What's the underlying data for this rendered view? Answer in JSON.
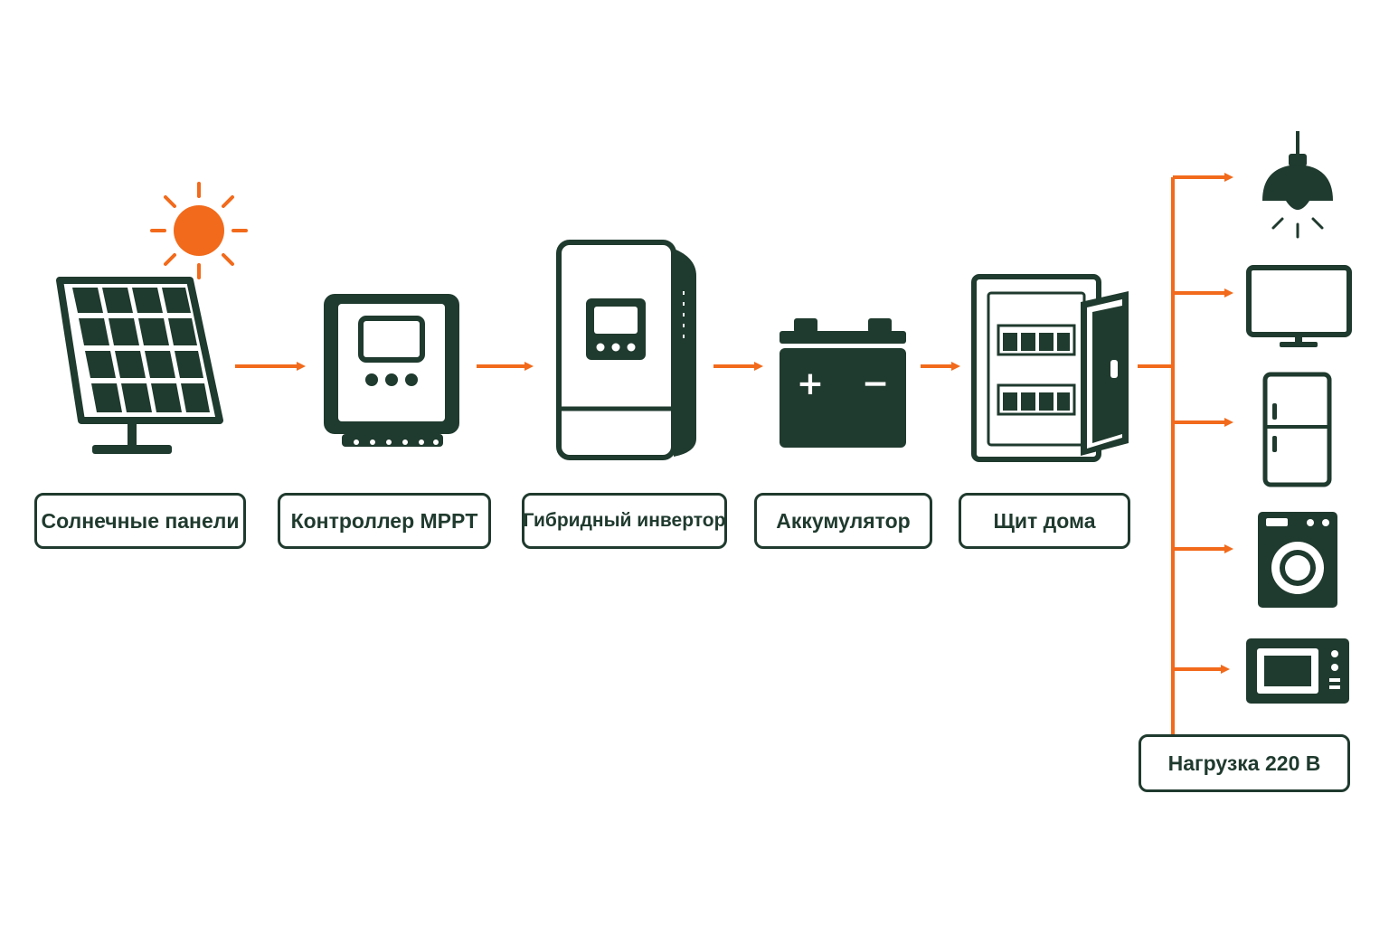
{
  "colors": {
    "primary": "#1f3a2e",
    "accent": "#f26a1b",
    "background": "#ffffff"
  },
  "components": [
    {
      "id": "solar",
      "label": "Солнечные панели",
      "icon": "solar-panel-icon"
    },
    {
      "id": "controller",
      "label": "Контроллер MPPT",
      "icon": "mppt-controller-icon"
    },
    {
      "id": "inverter",
      "label": "Гибридный инвертор",
      "icon": "hybrid-inverter-icon"
    },
    {
      "id": "battery",
      "label": "Аккумулятор",
      "icon": "battery-icon"
    },
    {
      "id": "panel",
      "label": "Щит дома",
      "icon": "distribution-board-icon"
    }
  ],
  "load": {
    "label": "Нагрузка 220 В",
    "devices": [
      "lamp-icon",
      "tv-icon",
      "fridge-icon",
      "washing-machine-icon",
      "microwave-icon"
    ]
  },
  "battery_terminals": {
    "plus": "+",
    "minus": "−"
  }
}
